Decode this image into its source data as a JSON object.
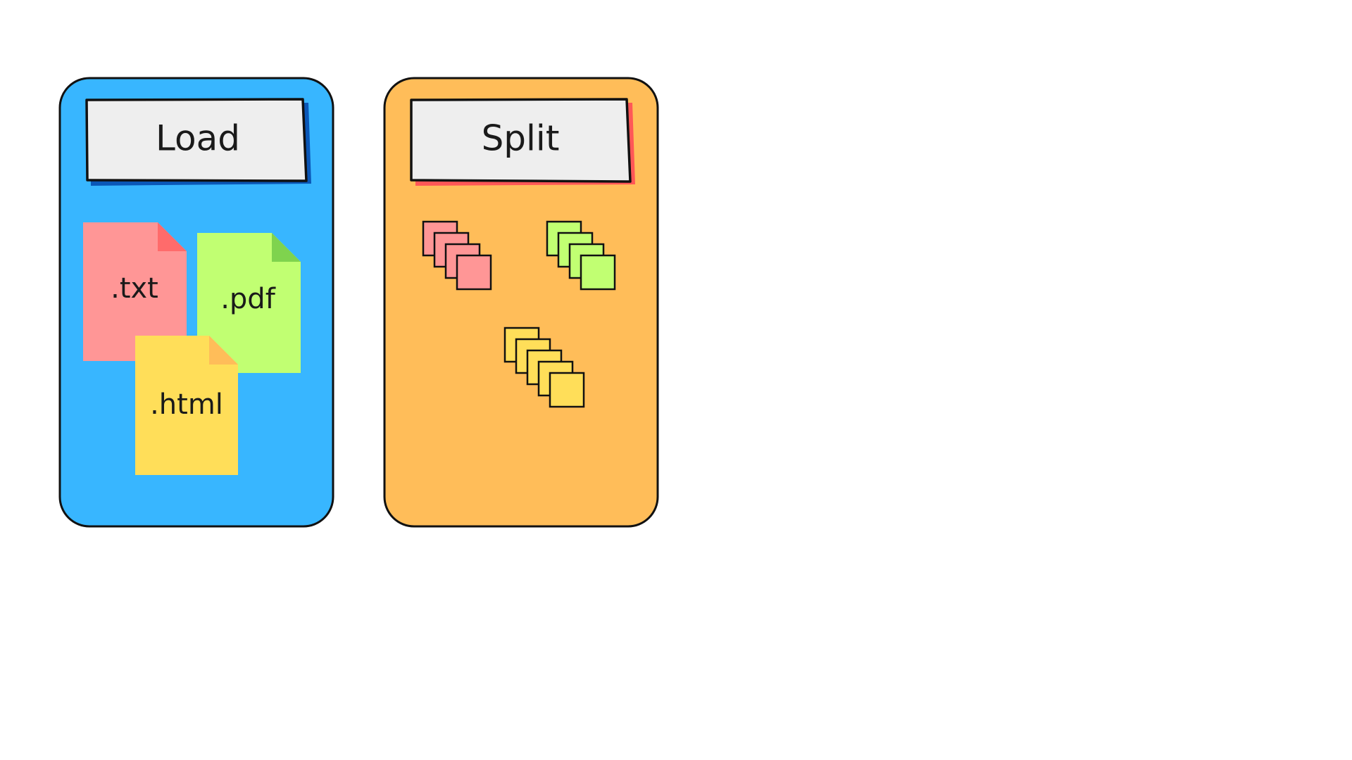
{
  "diagram": {
    "panels": [
      {
        "title": "Load",
        "background": "#38B6FF",
        "title_shadow": "#0A57B7",
        "files": [
          {
            "ext": ".txt",
            "color": "#FF9696",
            "fold_color": "#FF6B6B"
          },
          {
            "ext": ".pdf",
            "color": "#C1FF72",
            "fold_color": "#7FD34E"
          },
          {
            "ext": ".html",
            "color": "#FFDE59",
            "fold_color": "#FFBD59"
          }
        ]
      },
      {
        "title": "Split",
        "background": "#FFBD59",
        "title_shadow": "#FF5757",
        "chunk_groups": [
          {
            "color": "#FF9696",
            "count": 4
          },
          {
            "color": "#C1FF72",
            "count": 4
          },
          {
            "color": "#FFDE59",
            "count": 5
          }
        ]
      }
    ],
    "outline_color": "#111111",
    "title_box_color": "#EEEEEE"
  }
}
